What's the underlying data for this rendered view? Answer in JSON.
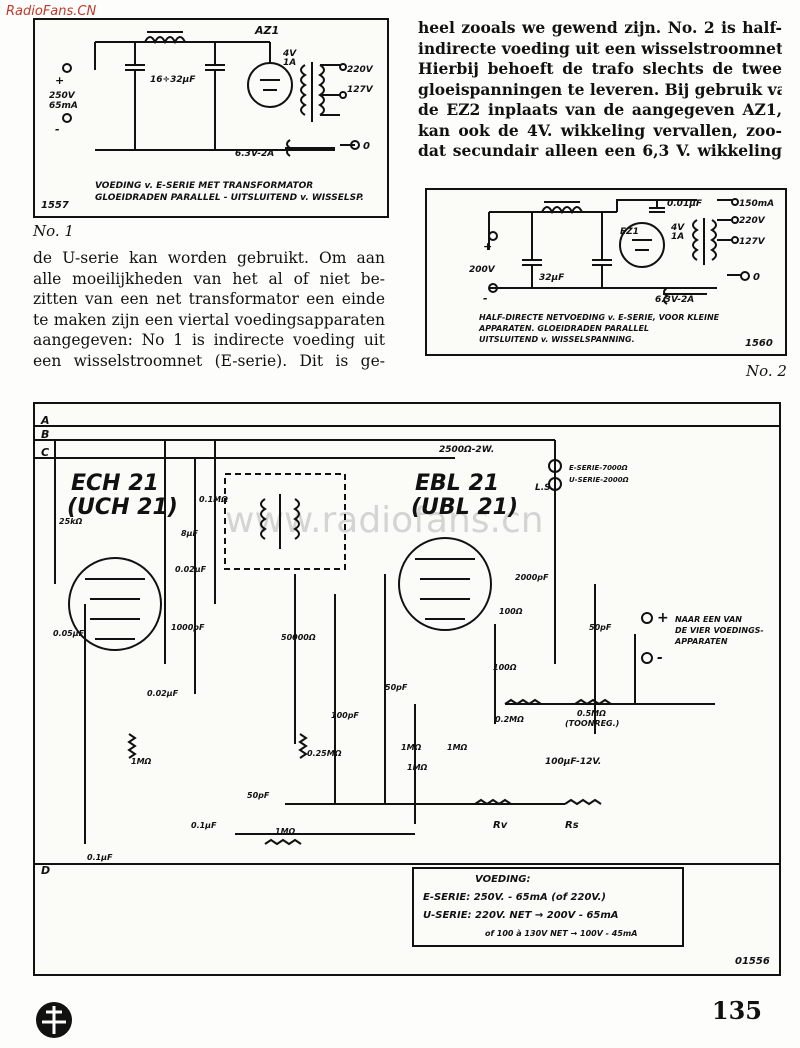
{
  "watermark": "RadioFans.CN",
  "page_number": "135",
  "fig1": {
    "caption": "No. 1",
    "tube": "AZ1",
    "labels": [
      "4V",
      "1A",
      "220V",
      "127V",
      "0",
      "250V",
      "65mA",
      "+",
      "-",
      "16÷32μF",
      "6.3V-2A"
    ],
    "note": [
      "VOEDING v. E-SERIE MET TRANSFORMATOR",
      "GLOEIDRADEN PARALLEL - UITSLUITEND v. WISSELSP."
    ],
    "num": "1557"
  },
  "fig2": {
    "caption": "No. 2",
    "tube": "EZ1",
    "labels": [
      "0.01μF",
      "150mA",
      "220V",
      "127V",
      "0",
      "+",
      "200V",
      "-",
      "32μF",
      "6.3V-2A",
      "4V",
      "1A"
    ],
    "note": [
      "HALF-DIRECTE NETVOEDING v. E-SERIE, VOOR KLEINE",
      "APPARATEN. GLOEIDRADEN PARALLEL",
      "UITSLUITEND v. WISSELSPANNING."
    ],
    "num": "1560"
  },
  "text_left": [
    "de U-serie kan worden gebruikt. Om aan",
    "alle moeilijkheden van het al of niet be-",
    "zitten van een net transformator een einde",
    "te maken zijn een viertal voedingsapparaten",
    "aangegeven: No 1 is indirecte voeding uit",
    "een wisselstroomnet (E-serie). Dit is ge-"
  ],
  "text_right": [
    "heel zooals we gewend zijn. No. 2 is half-",
    "indirecte voeding uit een wisselstroomnet.",
    "Hierbij behoeft de trafo slechts de twee",
    "gloeispanningen te leveren. Bij gebruik van",
    "de EZ2 inplaats van de aangegeven AZ1,",
    "kan ook de 4V. wikkeling vervallen, zoo-",
    "dat secundair alleen een 6,3 V. wikkeling"
  ],
  "main": {
    "watermark": "www.radiofans.cn",
    "rails": [
      "A",
      "B",
      "C",
      "D"
    ],
    "tube1": [
      "ECH 21",
      "(UCH 21)"
    ],
    "tube2": [
      "EBL 21",
      "(UBL 21)"
    ],
    "components": [
      "2500Ω-2W.",
      "E-SERIE-7000Ω",
      "U-SERIE-2000Ω",
      "L.S.",
      "25kΩ",
      "0.1MΩ",
      "8μF",
      "0.02μF",
      "1000pF",
      "2000pF",
      "50pF",
      "0.05μF",
      "0.02μF",
      "50000Ω",
      "0.25MΩ",
      "100pF",
      "50pF",
      "1MΩ",
      "100Ω",
      "100Ω",
      "0.2MΩ",
      "0.5MΩ",
      "(TOONREG.)",
      "100μF-12V.",
      "1MΩ",
      "1MΩ",
      "Rv",
      "Rs",
      "0.1μF",
      "1MΩ",
      "0.1μF",
      "50pF",
      "1MΩ"
    ],
    "supply_note": [
      "NAAR EEN VAN",
      "DE VIER VOEDINGS-",
      "APPARATEN"
    ],
    "voeding_title": "VOEDING:",
    "voeding": [
      "E-SERIE:  250V. - 65mA (of 220V.)",
      "U-SERIE:  220V. NET → 200V - 65mA",
      "of 100 à 130V NET → 100V - 45mA"
    ],
    "num": "01556",
    "plus": "+",
    "minus": "-"
  }
}
